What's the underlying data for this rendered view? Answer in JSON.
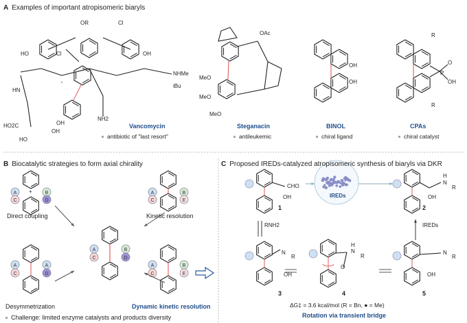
{
  "panel_a": {
    "letter": "A",
    "title": "Examples of important atropisomeric biaryls",
    "compounds": [
      {
        "name": "Vancomycin",
        "desc": "antibiotic of \"last resort\""
      },
      {
        "name": "Steganacin",
        "desc": "antileukemic"
      },
      {
        "name": "BINOL",
        "desc": "chiral ligand"
      },
      {
        "name": "CPAs",
        "desc": "chiral catalyst"
      }
    ],
    "atoms": {
      "or": "OR",
      "cl1": "Cl",
      "cl2": "Cl",
      "ho1": "HO",
      "oh1": "OH",
      "nhme": "NHMe",
      "ibu": "iBu",
      "hn": "HN",
      "ho2c": "HO2C",
      "nh2": "NH2",
      "oh2": "OH",
      "oh3": "OH",
      "ho3": "HO",
      "oac": "OAc",
      "meo1": "MeO",
      "meo2": "MeO",
      "meo3": "MeO",
      "binol_oh1": "OH",
      "binol_oh2": "OH",
      "cpa_r1": "R",
      "cpa_r2": "R",
      "cpa_p": "P",
      "cpa_o": "O",
      "cpa_oh": "OH"
    }
  },
  "panel_b": {
    "letter": "B",
    "title": "Biocatalytic strategies to form axial chirality",
    "strategies": [
      "Direct coupling",
      "Kinetic resolution",
      "Desymmetrization",
      "Dynamic kinetic resolution"
    ],
    "challenge": "Challenge: limited enzyme catalysts and products diversity",
    "substituents": {
      "A": "A",
      "B": "B",
      "C": "C",
      "D": "D",
      "E": "E"
    },
    "plus": "+",
    "colors": {
      "A": "#cfe0f3",
      "B": "#d6ecd6",
      "C": "#f6d6d6",
      "D": "#9b92d6",
      "E": "#f6e0e0",
      "bond": "#e06a6a"
    }
  },
  "panel_c": {
    "letter": "C",
    "title": "Proposed IREDs-catalyzed atropisomeric synthesis of biaryls via DKR",
    "compounds": [
      "1",
      "2",
      "3",
      "4",
      "5"
    ],
    "enzyme": "IREDs",
    "reagent": "RNH2",
    "step_enzyme": "IREDs",
    "cho": "CHO",
    "oh": "OH",
    "nr": "N",
    "r": "R",
    "h": "H",
    "o": "O",
    "energy": "ΔG‡ = 3.6 kcal/mol  (R = Bn, ● = Me)",
    "bridge": "Rotation via transient bridge"
  }
}
